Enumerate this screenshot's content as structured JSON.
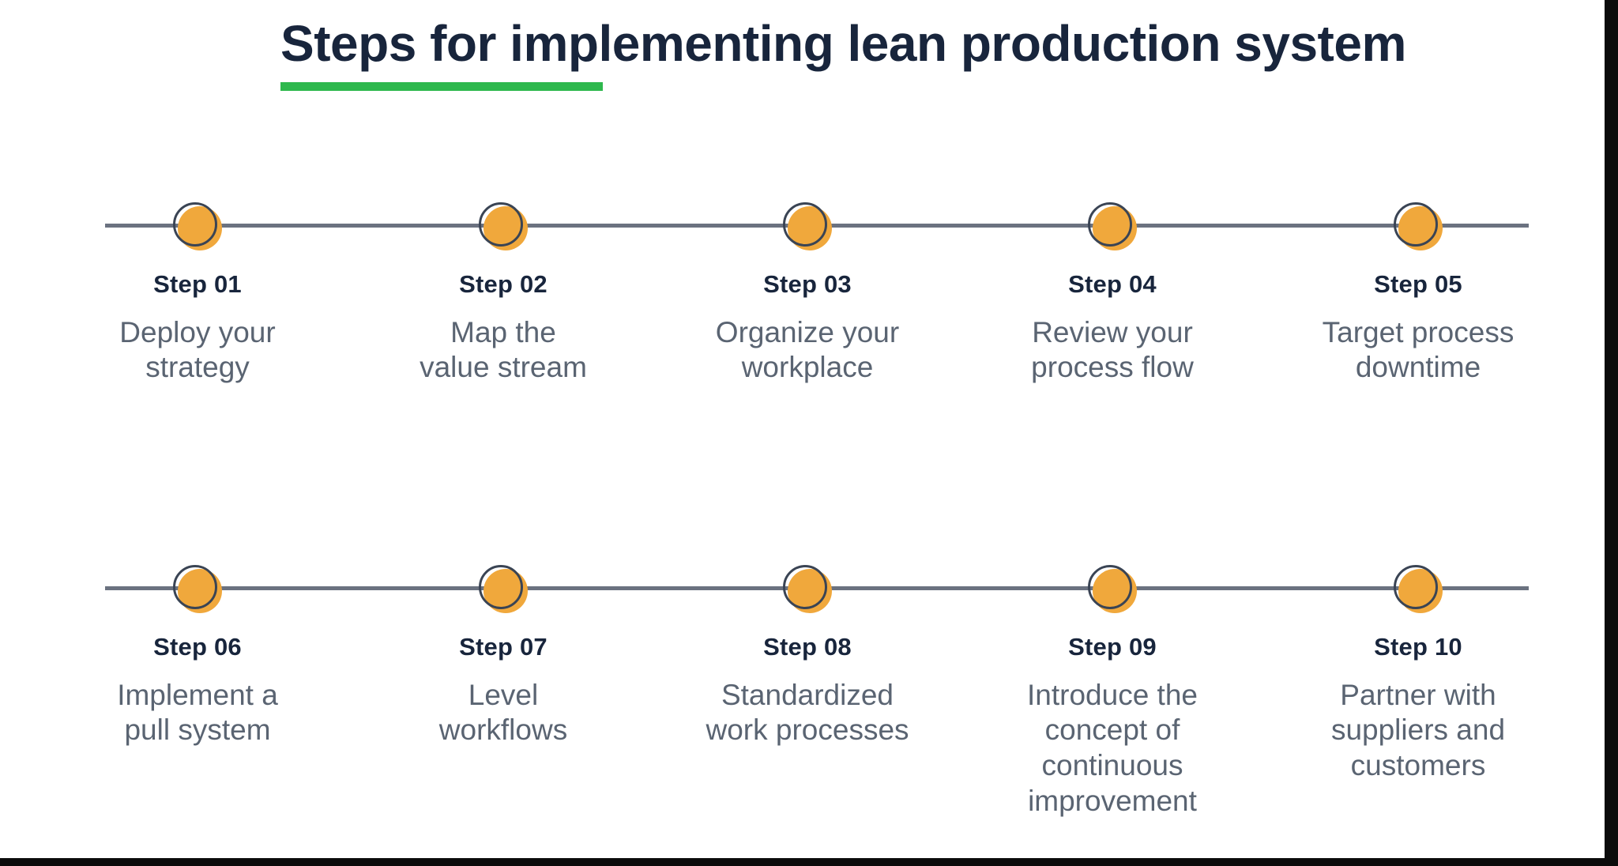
{
  "title": {
    "text": "Steps for implementing lean production system",
    "underline_color": "#2eb84d",
    "text_color": "#18253c"
  },
  "theme": {
    "marker_fill": "#f0a83c",
    "marker_ring": "#3a4454",
    "line_color": "#6b7280",
    "label_color": "#18253c",
    "description_color": "#5a6472",
    "background": "#ffffff"
  },
  "rows": [
    {
      "steps": [
        {
          "label": "Step 01",
          "lines": [
            "Deploy your",
            "strategy"
          ]
        },
        {
          "label": "Step 02",
          "lines": [
            "Map the",
            "value stream"
          ]
        },
        {
          "label": "Step 03",
          "lines": [
            "Organize your",
            "workplace"
          ]
        },
        {
          "label": "Step 04",
          "lines": [
            "Review your",
            "process flow"
          ]
        },
        {
          "label": "Step 05",
          "lines": [
            "Target process",
            "downtime"
          ]
        }
      ]
    },
    {
      "steps": [
        {
          "label": "Step 06",
          "lines": [
            "Implement a",
            "pull system"
          ]
        },
        {
          "label": "Step 07",
          "lines": [
            "Level",
            "workflows"
          ]
        },
        {
          "label": "Step 08",
          "lines": [
            "Standardized",
            "work processes"
          ]
        },
        {
          "label": "Step 09",
          "lines": [
            "Introduce the",
            "concept of",
            "continuous",
            "improvement"
          ]
        },
        {
          "label": "Step 10",
          "lines": [
            "Partner with",
            "suppliers and",
            "customers"
          ]
        }
      ]
    }
  ]
}
